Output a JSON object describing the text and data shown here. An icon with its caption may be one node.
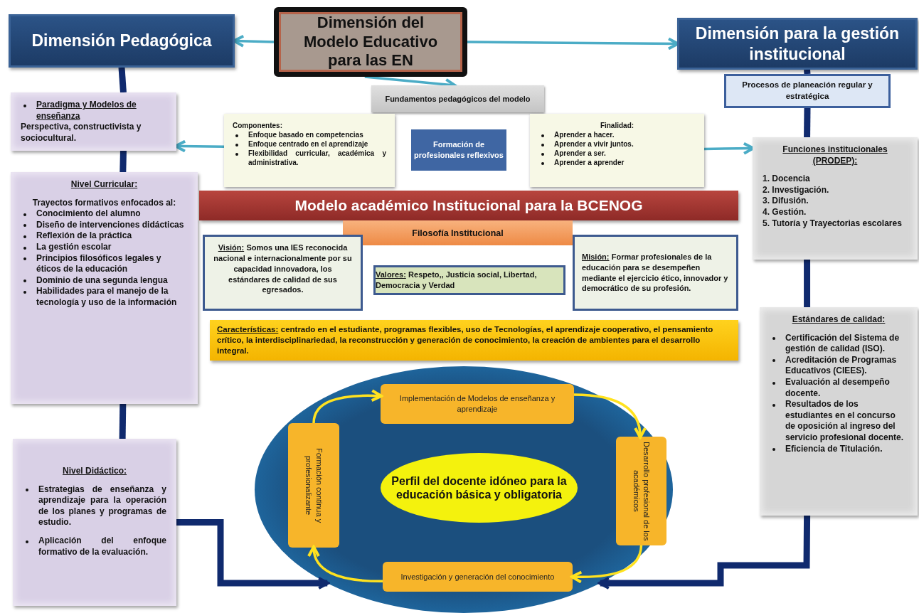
{
  "diagram": {
    "nodes": [
      {
        "text": [
          "Dimensión del Modelo Educativo para las EN"
        ]
      },
      {
        "text": [
          "Dimensión Pedagógica"
        ]
      },
      {
        "text": [
          "Dimensión para la gestión institucional"
        ]
      },
      {
        "text": [
          "Fundamentos pedagógicos del modelo"
        ]
      },
      {
        "text": [
          "Paradigma y Modelos de enseñanza",
          "Perspectiva, constructivista y sociocultural."
        ]
      },
      {
        "text": [
          "Componentes:",
          "Enfoque basado en competencias",
          "Enfoque centrado en el aprendizaje",
          "Flexibilidad curricular, académica y administrativa."
        ]
      },
      {
        "text": [
          "Formación de profesionales reflexivos"
        ]
      },
      {
        "text": [
          "Finalidad:",
          "Aprender a hacer.",
          "Aprender a vivir juntos.",
          "Aprender a ser.",
          "Aprender a aprender"
        ]
      },
      {
        "text": [
          "Procesos de planeación regular y estratégica"
        ]
      },
      {
        "text": [
          "Funciones institucionales (PRODEP):",
          "1. Docencia",
          "2. Investigación.",
          "3. Difusión.",
          "4. Gestión.",
          "5. Tutoría y Trayectorias escolares"
        ]
      },
      {
        "text": [
          "Nivel Curricular:",
          "Trayectos formativos enfocados al:",
          "Conocimiento del alumno",
          "Diseño de intervenciones didácticas",
          "Reflexión de la práctica",
          "La gestión escolar",
          "Principios filosóficos legales y éticos de la educación",
          "Dominio de una segunda lengua",
          "Habilidades para el manejo de la tecnología y uso de la información"
        ]
      },
      {
        "text": [
          "Modelo académico Institucional para la BCENOG"
        ]
      },
      {
        "text": [
          "Filosofía Institucional"
        ]
      },
      {
        "text": [
          "Visión:",
          "Somos una IES reconocida nacional e internacionalmente por su capacidad innovadora, los estándares de calidad de sus egresados."
        ]
      },
      {
        "text": [
          "Valores:",
          "Respeto,, Justicia social, Libertad, Democracia y Verdad"
        ]
      },
      {
        "text": [
          "Misión:",
          "Formar profesionales de la educación para se desempeñen mediante el ejercicio ético, innovador y democrático de su profesión."
        ]
      },
      {
        "text": [
          "Características:",
          "centrado en el estudiante, programas flexibles, uso de Tecnologías, el aprendizaje cooperativo, el pensamiento crítico, la interdisciplinariedad, la reconstrucción y generación de conocimiento, la creación de ambientes para el desarrollo integral."
        ]
      },
      {
        "text": [
          "Estándares de calidad:",
          "Certificación del Sistema de gestión de calidad (ISO).",
          "Acreditación de Programas Educativos (CIEES).",
          "Evaluación al desempeño docente.",
          "Resultados de los estudiantes en el concurso de oposición al ingreso del servicio profesional docente.",
          "Eficiencia de Titulación."
        ]
      },
      {
        "text": [
          "Nivel Didáctico:",
          "Estrategias de enseñanza y aprendizaje para la operación de los planes y programas de estudio.",
          "Aplicación del enfoque formativo de la evaluación."
        ]
      },
      {
        "text": [],
        "shape": "ellipse"
      },
      {
        "text": [
          "Implementación de Modelos de enseñanza y aprendizaje"
        ],
        "in": 19
      },
      {
        "text": [
          "Formación continua y profesionalizante"
        ],
        "in": 19
      },
      {
        "text": [
          "Perfil del docente idóneo para la educación básica y obligatoria"
        ],
        "in": 19
      },
      {
        "text": [
          "Desarrollo profesional de los académicos"
        ],
        "in": 19
      },
      {
        "text": [
          "Investigación y generación del conocimiento"
        ],
        "in": 19
      }
    ],
    "edges": [
      {
        "from": 0,
        "to": 1,
        "arrow": "to",
        "color": "#4bacc6"
      },
      {
        "from": 0,
        "to": 2,
        "arrow": "to",
        "color": "#4bacc6"
      },
      {
        "from": 0,
        "to": 3,
        "arrow": "to",
        "color": "#4bacc6"
      },
      {
        "from": 1,
        "to": 4,
        "arrow": "none",
        "style": "thick"
      },
      {
        "from": 4,
        "to": 10,
        "arrow": "none",
        "style": "thick"
      },
      {
        "from": 10,
        "to": 18,
        "arrow": "none",
        "style": "thick"
      },
      {
        "from": 5,
        "to": 4,
        "arrow": "to",
        "color": "#4bacc6"
      },
      {
        "from": 2,
        "to": 8,
        "arrow": "none",
        "style": "thick"
      },
      {
        "from": 8,
        "to": 9,
        "arrow": "none",
        "style": "thick"
      },
      {
        "from": 7,
        "to": 9,
        "arrow": "to",
        "color": "#4bacc6"
      },
      {
        "from": 9,
        "to": 17,
        "arrow": "none",
        "style": "thick"
      },
      {
        "from": 17,
        "to": 19,
        "arrow": "to",
        "style": "thick"
      },
      {
        "from": 18,
        "to": 19,
        "arrow": "to",
        "style": "thick"
      },
      {
        "from": 20,
        "to": 23,
        "arrow": "to",
        "color": "#ffe21f"
      },
      {
        "from": 23,
        "to": 24,
        "arrow": "to",
        "color": "#ffe21f"
      },
      {
        "from": 24,
        "to": 21,
        "arrow": "to",
        "color": "#ffe21f"
      },
      {
        "from": 21,
        "to": 20,
        "arrow": "to",
        "color": "#ffe21f"
      }
    ]
  }
}
